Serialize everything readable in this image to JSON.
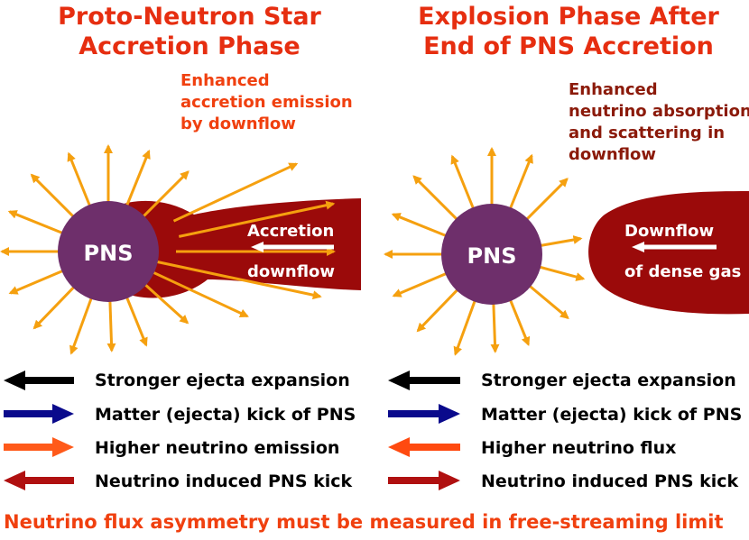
{
  "left": {
    "title_line1": "Proto-Neutron Star",
    "title_line2": "Accretion Phase",
    "note_line1": "Enhanced",
    "note_line2": "accretion emission",
    "note_line3": "by downflow",
    "pns_label": "PNS",
    "flow_line1": "Accretion",
    "flow_line2": "downflow"
  },
  "right": {
    "title_line1": "Explosion Phase After",
    "title_line2": "End of PNS Accretion",
    "note_line1": "Enhanced",
    "note_line2": "neutrino absorption",
    "note_line3": "and scattering in",
    "note_line4": "downflow",
    "pns_label": "PNS",
    "flow_line1": "Downflow",
    "flow_line2": "of dense gas"
  },
  "legend_left": [
    {
      "label": "Stronger ejecta expansion",
      "color": "#000000",
      "direction": "left"
    },
    {
      "label": "Matter (ejecta) kick of PNS",
      "color": "#0a0a8c",
      "direction": "right"
    },
    {
      "label": "Higher neutrino emission",
      "color": "#ff5a1a",
      "direction": "right"
    },
    {
      "label": "Neutrino induced PNS kick",
      "color": "#b01010",
      "direction": "left"
    }
  ],
  "legend_right": [
    {
      "label": "Stronger ejecta expansion",
      "color": "#000000",
      "direction": "left"
    },
    {
      "label": "Matter (ejecta) kick of PNS",
      "color": "#0a0a8c",
      "direction": "right"
    },
    {
      "label": "Higher neutrino flux",
      "color": "#ff4a10",
      "direction": "left"
    },
    {
      "label": "Neutrino induced PNS kick",
      "color": "#b01010",
      "direction": "right"
    }
  ],
  "footer": "Neutrino flux asymmetry must be measured in free-streaming limit",
  "colors": {
    "pns_fill": "#6e2f6b",
    "downflow_fill": "#9b0a0a",
    "ray": "#f5a00f",
    "title": "#e62e10"
  }
}
